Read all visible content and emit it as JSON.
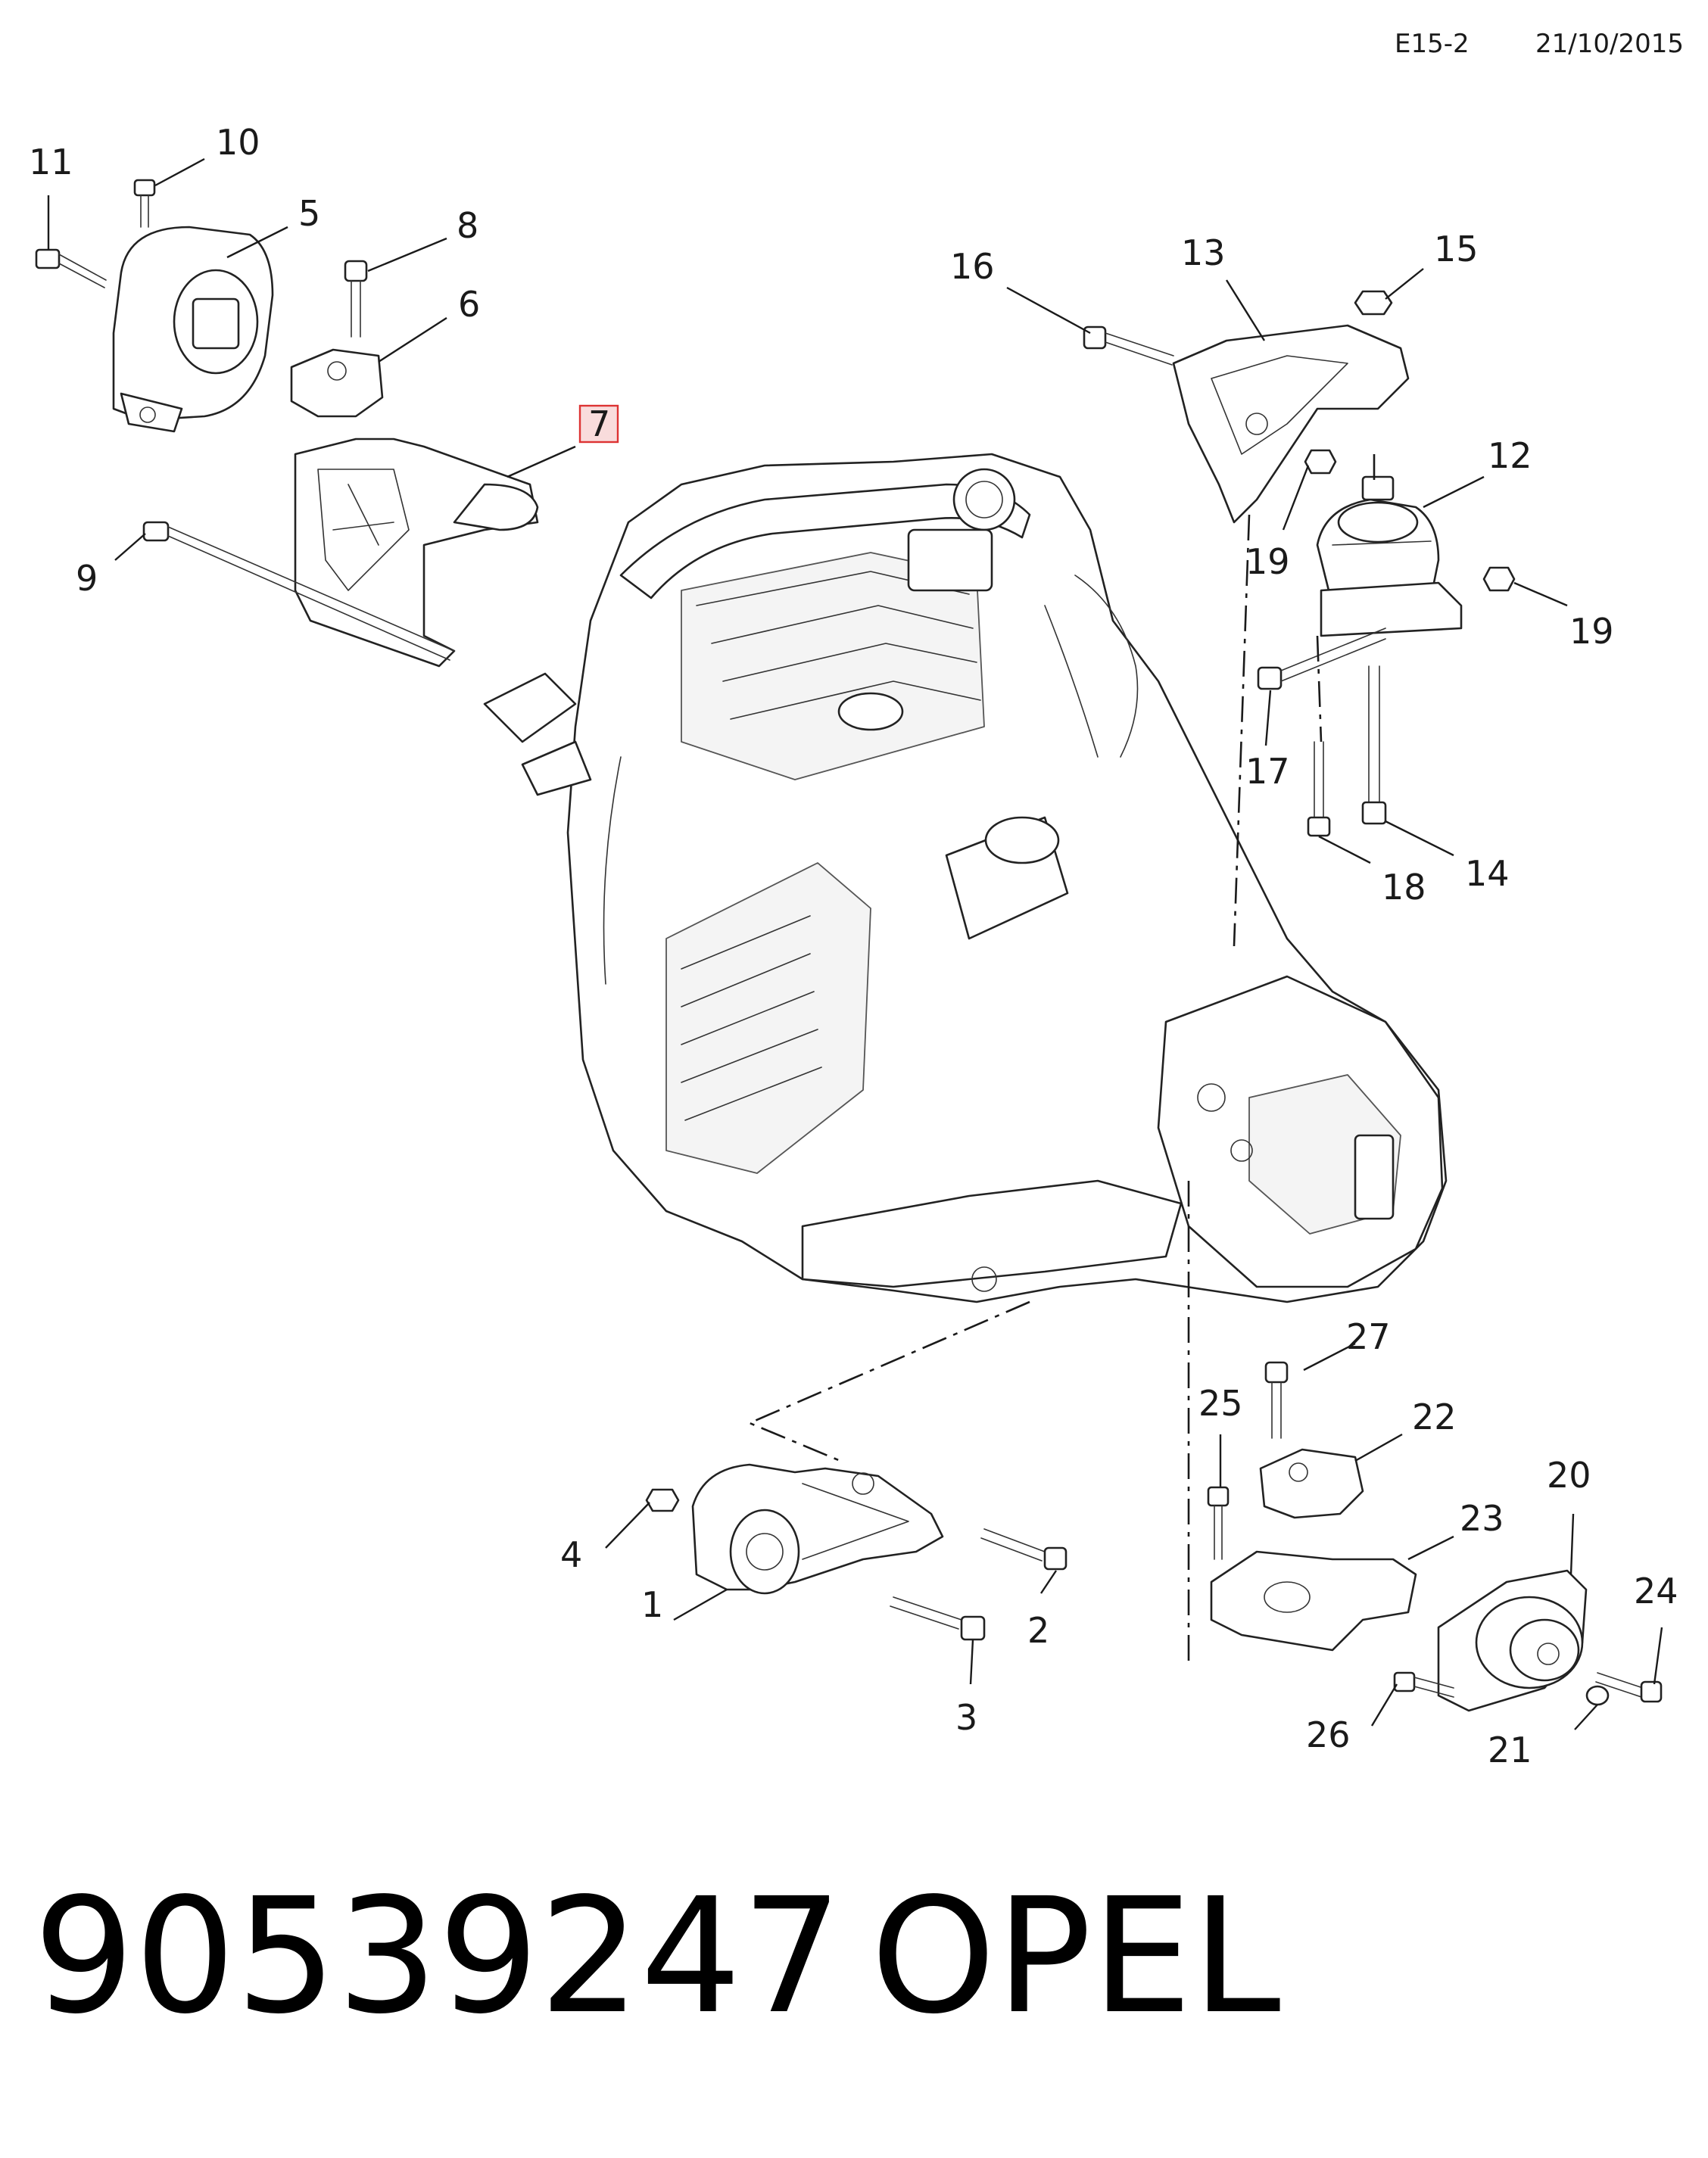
{
  "header": {
    "ref": "E15-2",
    "date": "21/10/2015"
  },
  "callouts": [
    "1",
    "2",
    "3",
    "4",
    "5",
    "6",
    "7",
    "8",
    "9",
    "10",
    "11",
    "12",
    "13",
    "14",
    "15",
    "16",
    "17",
    "18",
    "19",
    "19",
    "20",
    "21",
    "22",
    "23",
    "24",
    "25",
    "26",
    "27"
  ],
  "highlighted_callout": "7",
  "footer": {
    "part_number": "90539247",
    "brand": "OPEL"
  },
  "colors": {
    "ink": "#1a1a1a",
    "highlight_fill": "#f9dcdc",
    "highlight_border": "#dd3333"
  }
}
